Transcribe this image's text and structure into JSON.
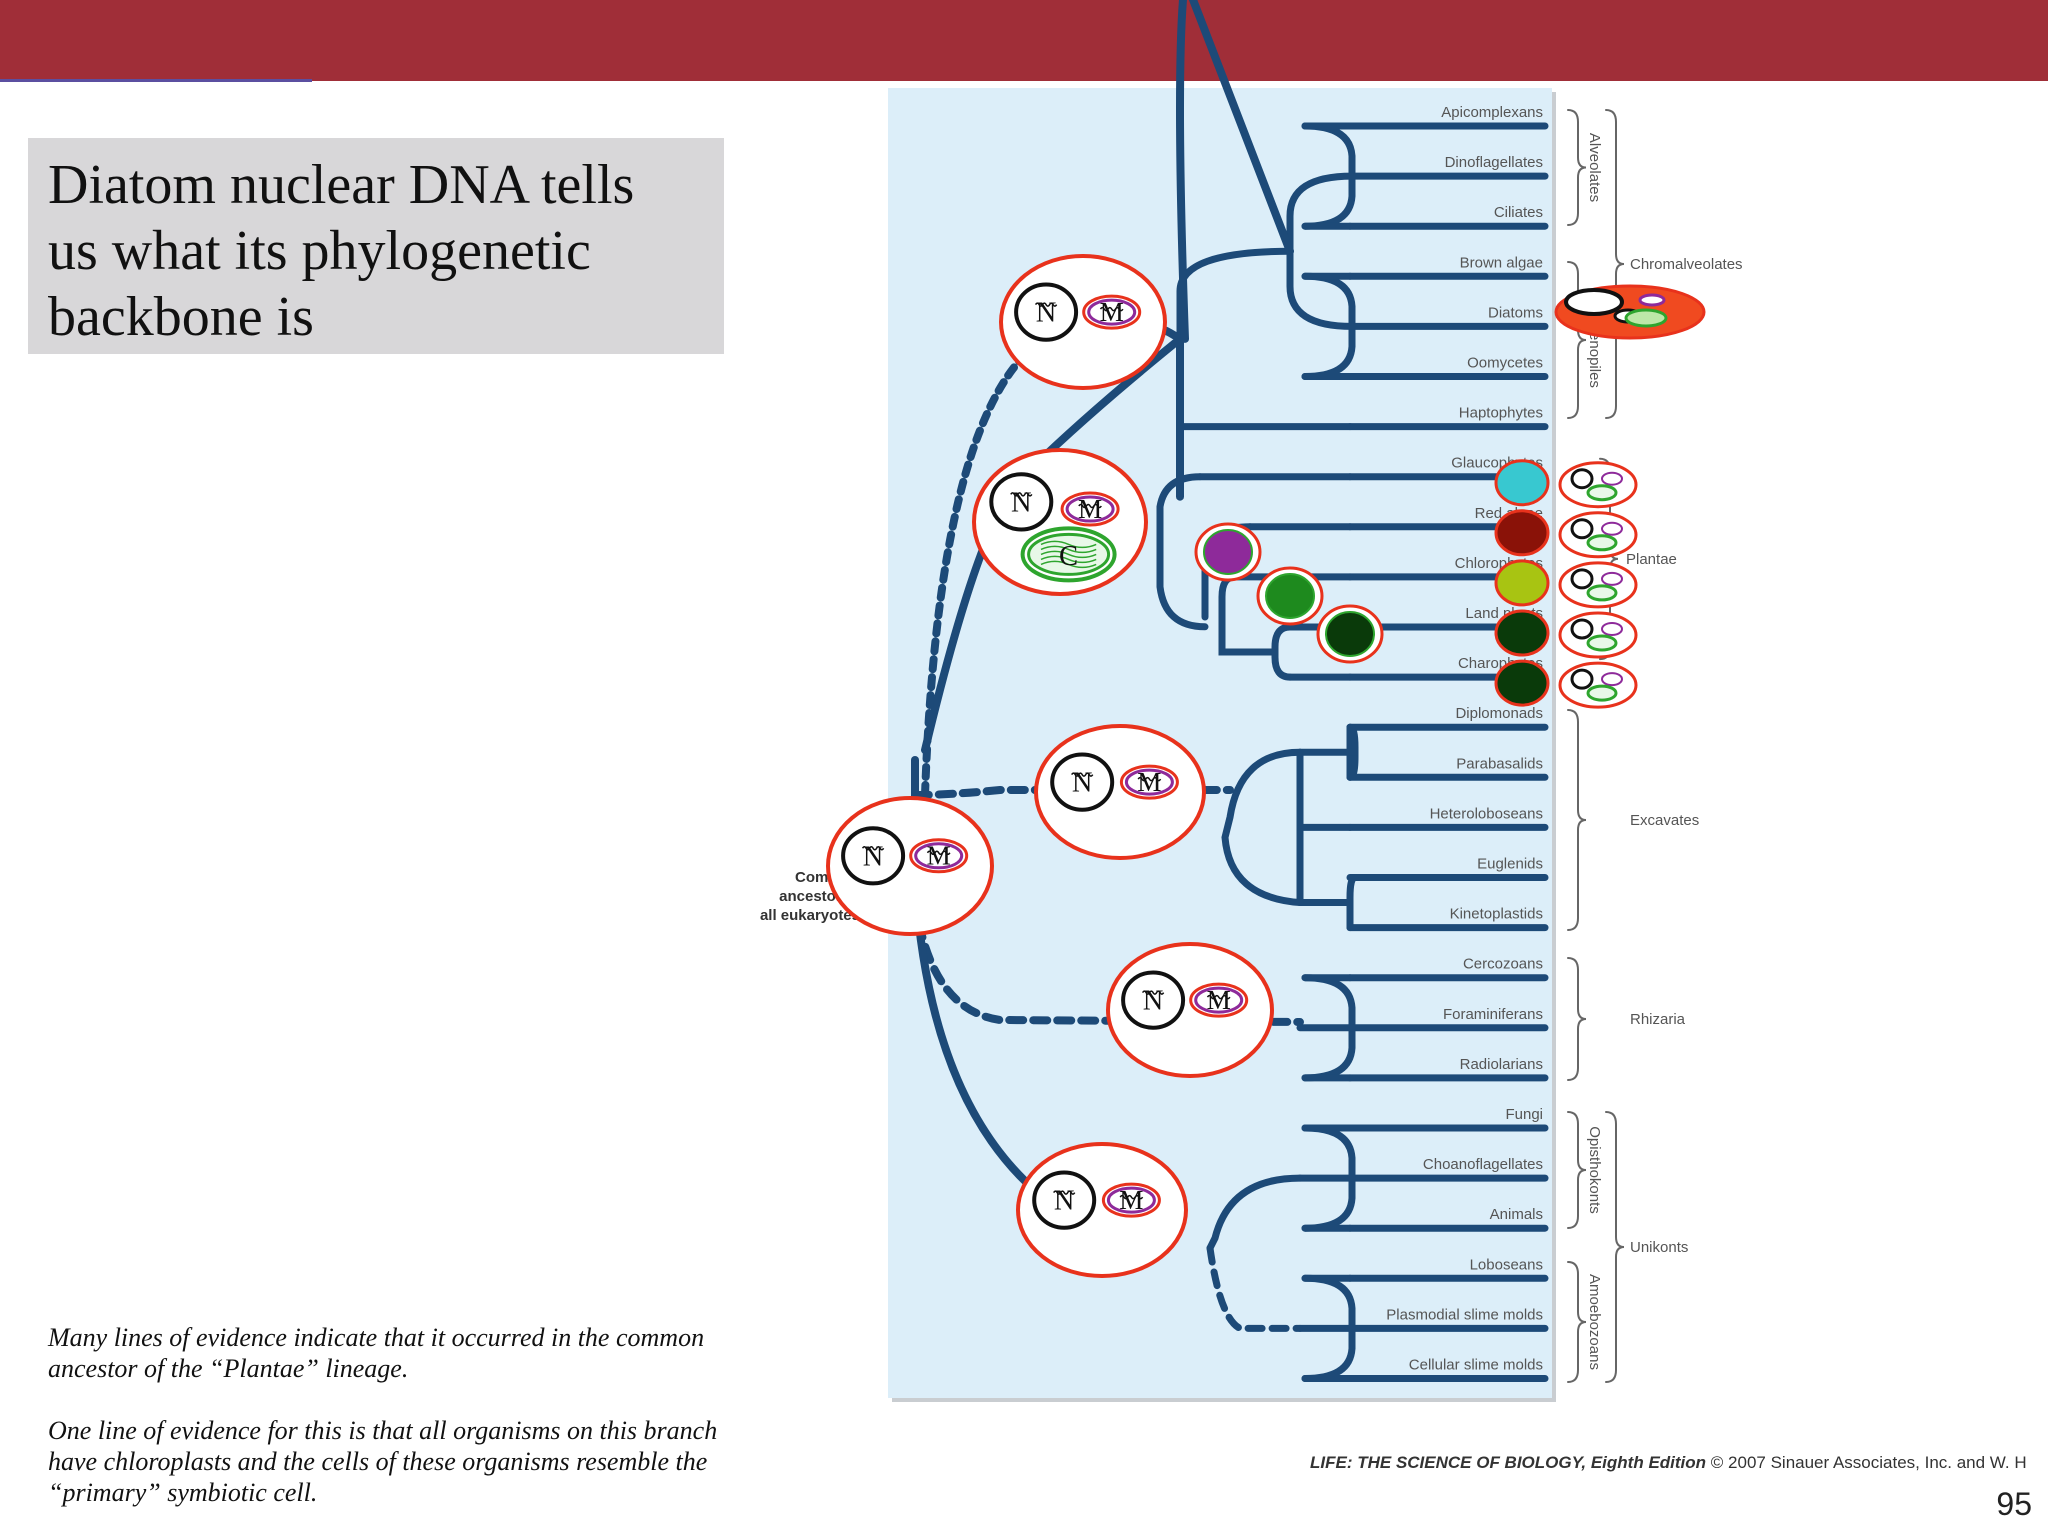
{
  "title": "Diatom nuclear DNA tells\nus what its phylogenetic\nbackbone is",
  "notes": [
    "Many lines of evidence indicate that it occurred in the common ancestor of the “Plantae” lineage.",
    "One line of evidence for this is that all organisms on this branch have chloroplasts and the cells of these organisms resemble the “primary” symbiotic cell."
  ],
  "credit": {
    "book": "LIFE: THE SCIENCE OF BIOLOGY, Eighth Edition",
    "rest": "© 2007 Sinauer Associates, Inc. and W. H"
  },
  "page_number": "95",
  "tree": {
    "root_label": [
      "Common",
      "ancestor of",
      "all eukaryotes"
    ],
    "taxa": [
      "Apicomplexans",
      "Dinoflagellates",
      "Ciliates",
      "Brown algae",
      "Diatoms",
      "Oomycetes",
      "Haptophytes",
      "Glaucophytes",
      "Red algae",
      "Chlorophytes",
      "Land plants",
      "Charophytes",
      "Diplomonads",
      "Parabasalids",
      "Heteroloboseans",
      "Euglenids",
      "Kinetoplastids",
      "Cercozoans",
      "Foraminiferans",
      "Radiolarians",
      "Fungi",
      "Choanoflagellates",
      "Animals",
      "Loboseans",
      "Plasmodial slime molds",
      "Cellular slime molds"
    ],
    "group_labels": {
      "alveolates": "Alveolates",
      "stramenopiles": "Stramenopiles",
      "chromalveolates": "Chromalveolates",
      "plantae": "Plantae",
      "excavates": "Excavates",
      "rhizaria": "Rhizaria",
      "opisthokonts": "Opisthokonts",
      "amoebozoans": "Amoebozoans",
      "unikonts": "Unikonts"
    },
    "cell_labels": {
      "nucleus": "N",
      "mitochondrion": "M",
      "chloroplast": "C"
    },
    "colors": {
      "panel": "#dceef9",
      "branch": "#1d4a78",
      "cell_outline": "#e8321c",
      "mito": "#8e2a9a",
      "chloro": "#2ea52e",
      "glaucophyte_plastid": "#38c8d0",
      "red_plastid": "#8a1208",
      "green_plastid": "#a8c412",
      "dark_green_plastid": "#0a3a0a",
      "purple_plastid": "#8e2a9a",
      "secondary_endosymbiont": "#f04a20"
    }
  }
}
